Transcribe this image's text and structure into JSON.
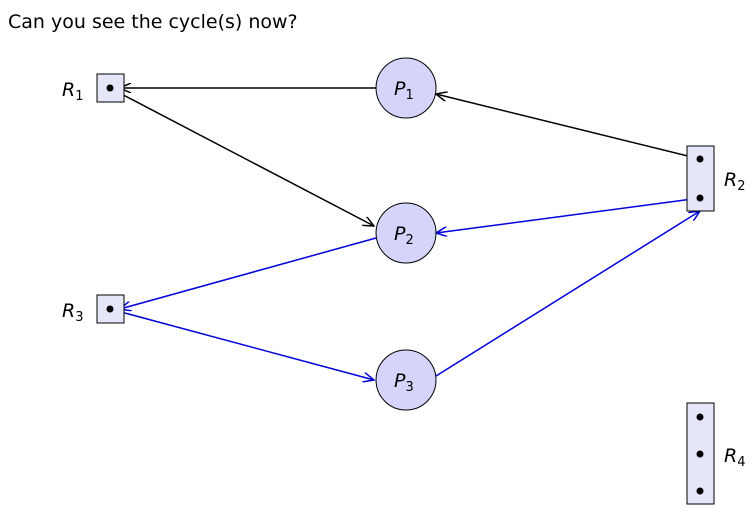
{
  "heading": "Can you see the cycle(s) now?",
  "colors": {
    "process_fill": "#d5d5fb",
    "resource_fill": "#e6e6fb",
    "black_edge": "#000000",
    "blue_edge": "#0000dd"
  },
  "processes": [
    {
      "id": "P1",
      "letter": "P",
      "sub": "1"
    },
    {
      "id": "P2",
      "letter": "P",
      "sub": "2"
    },
    {
      "id": "P3",
      "letter": "P",
      "sub": "3"
    }
  ],
  "resources": [
    {
      "id": "R1",
      "letter": "R",
      "sub": "1",
      "instances": 1
    },
    {
      "id": "R2",
      "letter": "R",
      "sub": "2",
      "instances": 2
    },
    {
      "id": "R3",
      "letter": "R",
      "sub": "3",
      "instances": 1
    },
    {
      "id": "R4",
      "letter": "R",
      "sub": "4",
      "instances": 3
    }
  ],
  "edges": [
    {
      "from": "P1",
      "to": "R1",
      "kind": "request",
      "color": "black"
    },
    {
      "from": "R1",
      "to": "P2",
      "kind": "assignment",
      "color": "black"
    },
    {
      "from": "R2",
      "to": "P1",
      "kind": "assignment",
      "color": "black"
    },
    {
      "from": "R2",
      "to": "P2",
      "kind": "assignment",
      "color": "blue"
    },
    {
      "from": "P2",
      "to": "R3",
      "kind": "request",
      "color": "blue"
    },
    {
      "from": "R3",
      "to": "P3",
      "kind": "assignment",
      "color": "blue"
    },
    {
      "from": "P3",
      "to": "R2",
      "kind": "request",
      "color": "blue"
    }
  ]
}
